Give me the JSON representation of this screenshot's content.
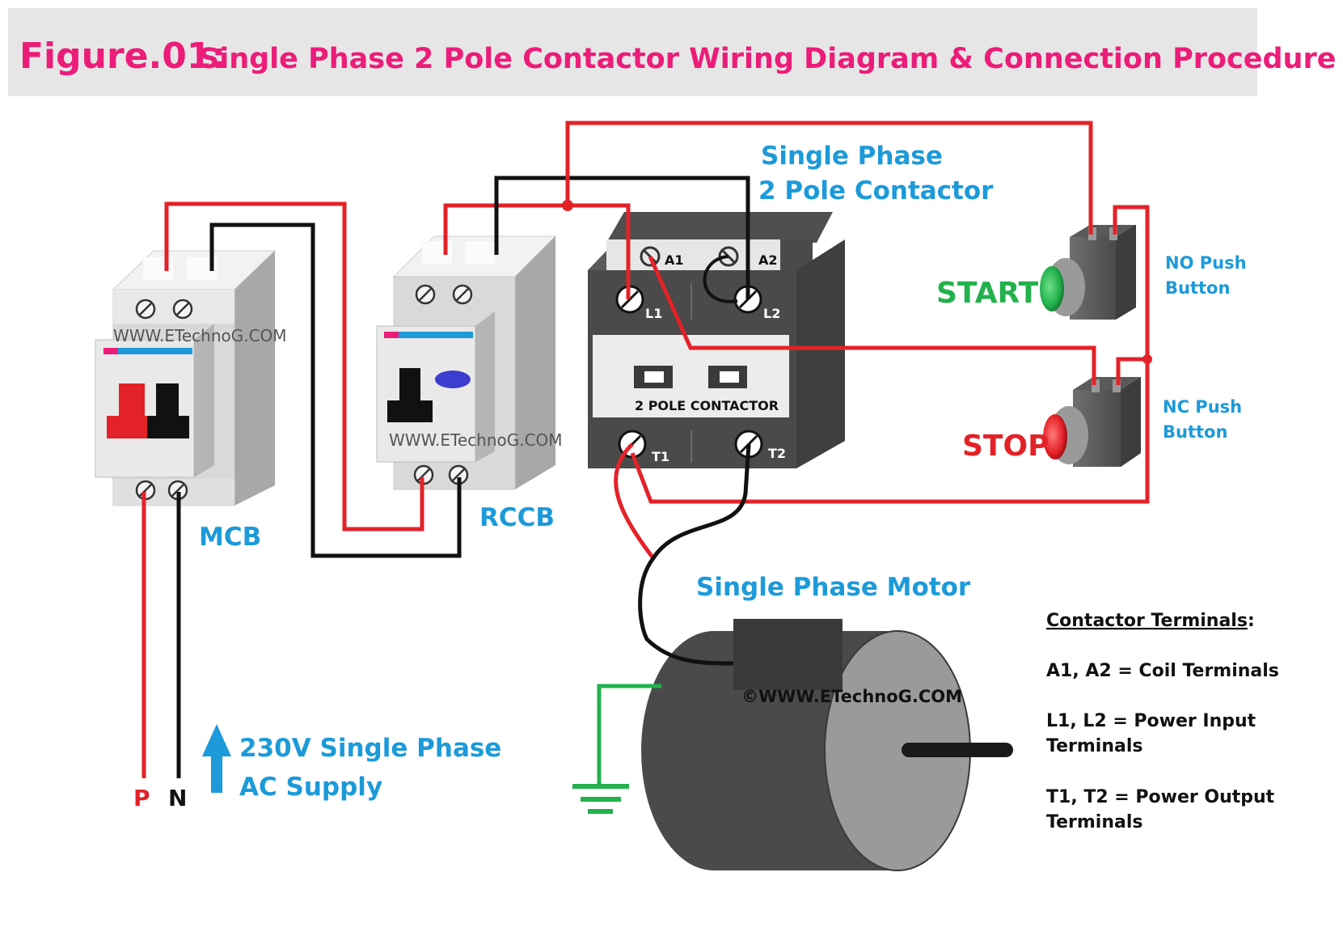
{
  "header": {
    "figure_label": "Figure.01:",
    "title": "Single Phase 2 Pole Contactor Wiring Diagram & Connection Procedure"
  },
  "labels": {
    "contactor_title_1": "Single Phase",
    "contactor_title_2": "2 Pole Contactor",
    "start": "START",
    "stop": "STOP",
    "no_button_1": "NO Push",
    "no_button_2": "Button",
    "nc_button_1": "NC Push",
    "nc_button_2": "Button",
    "mcb": "MCB",
    "rccb": "RCCB",
    "motor": "Single Phase Motor",
    "supply_1": "230V Single Phase",
    "supply_2": "AC Supply",
    "phase": "P",
    "neutral": "N",
    "contactor_body": "2 POLE CONTACTOR"
  },
  "terminals": {
    "a1": "A1",
    "a2": "A2",
    "l1": "L1",
    "l2": "L2",
    "t1": "T1",
    "t2": "T2"
  },
  "watermarks": {
    "mcb": "WWW.ETechnoG.COM",
    "rccb": "WWW.ETechnoG.COM",
    "motor": "©WWW.ETechnoG.COM"
  },
  "legend": {
    "heading": "Contactor Terminals",
    "heading_suffix": ":",
    "line1": "A1, A2 = Coil Terminals",
    "line2a": "L1, L2 = Power Input",
    "line2b": "Terminals",
    "line3a": "T1, T2 = Power Output",
    "line3b": "Terminals"
  },
  "colors": {
    "title": "#ec1c79",
    "label_blue": "#1c9ad9",
    "phase_wire": "#e32228",
    "neutral_wire": "#111111",
    "earth_wire": "#22b14c",
    "start_green": "#22b14c",
    "stop_red": "#e32228"
  }
}
